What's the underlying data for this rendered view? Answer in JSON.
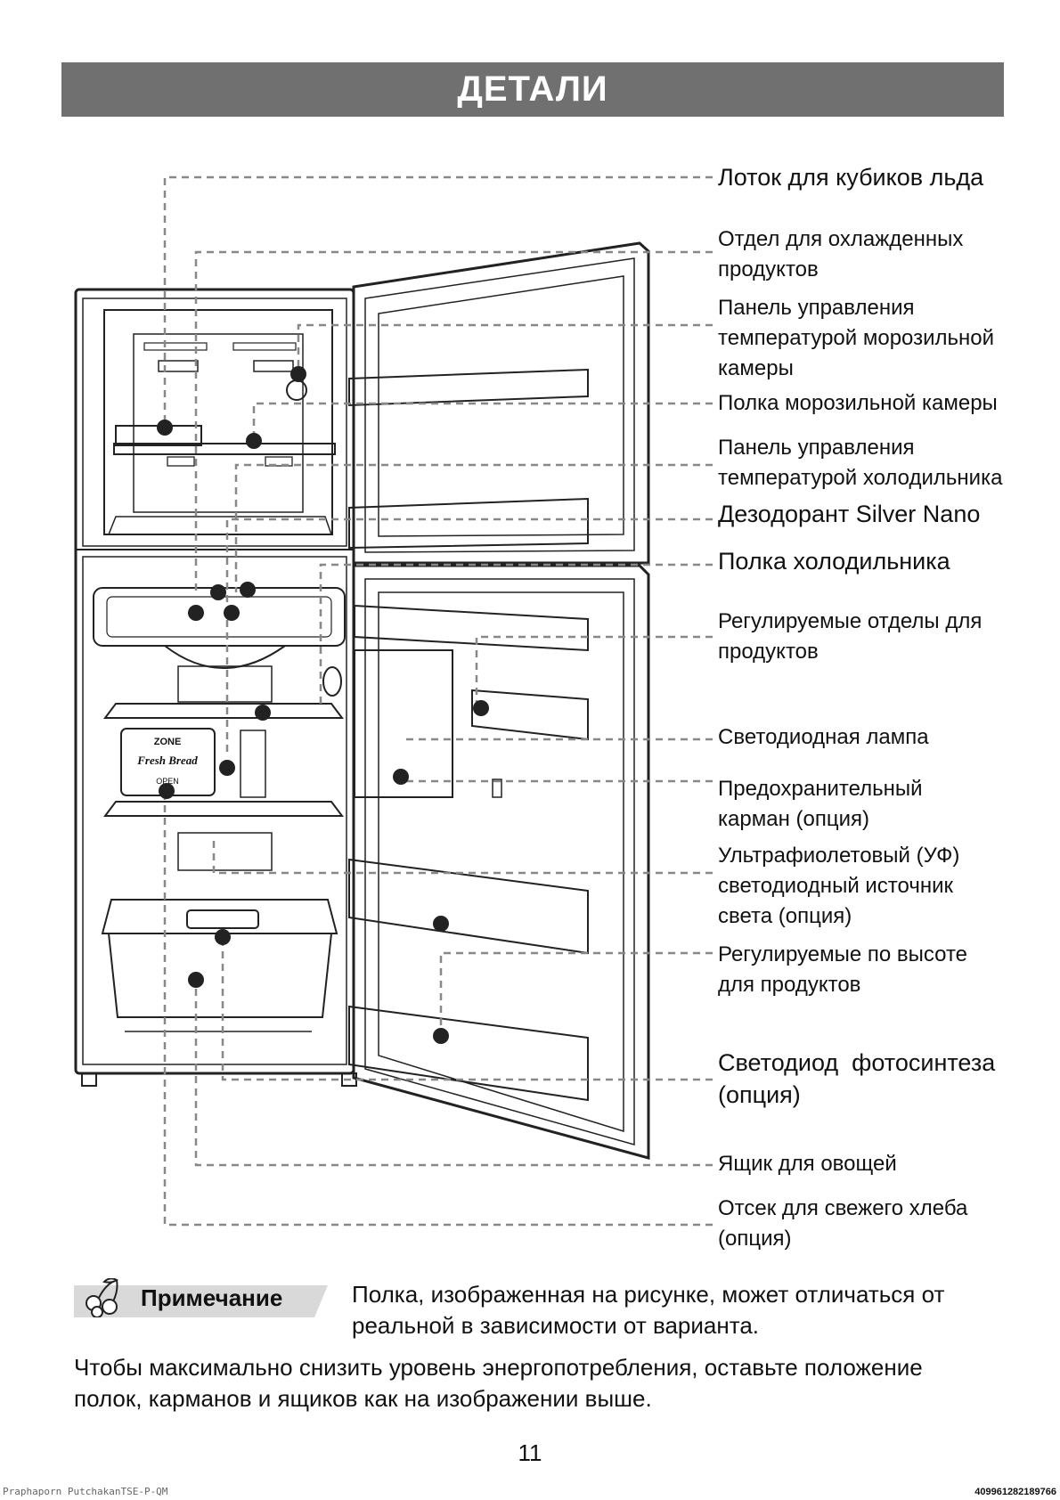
{
  "header": {
    "title": "ДЕТАЛИ"
  },
  "labels": [
    {
      "id": "ice-tray",
      "lines": [
        "Лоток для кубиков льда"
      ],
      "big": true
    },
    {
      "id": "chilled-compartment",
      "lines": [
        "Отдел для охлажденных",
        "продуктов"
      ],
      "big": false
    },
    {
      "id": "freezer-control",
      "lines": [
        "Панель управления",
        "температурой морозильной",
        "камеры"
      ],
      "big": false
    },
    {
      "id": "freezer-shelf",
      "lines": [
        "Полка морозильной камеры"
      ],
      "big": false
    },
    {
      "id": "fridge-control",
      "lines": [
        "Панель управления",
        "температурой холодильника"
      ],
      "big": false
    },
    {
      "id": "deodorizer",
      "lines": [
        "Дезодорант Silver Nano"
      ],
      "big": true
    },
    {
      "id": "fridge-shelf",
      "lines": [
        "Полка холодильника"
      ],
      "big": true
    },
    {
      "id": "adjustable-bins",
      "lines": [
        "Регулируемые отделы для",
        "продуктов"
      ],
      "big": false
    },
    {
      "id": "led-lamp",
      "lines": [
        "Светодиодная лампа"
      ],
      "big": false
    },
    {
      "id": "safety-pocket",
      "lines": [
        "Предохранительный",
        "карман (опция)"
      ],
      "big": false
    },
    {
      "id": "uv-led",
      "lines": [
        "Ультрафиолетовый (УФ)",
        "светодиодный источник",
        "света (опция)"
      ],
      "big": false
    },
    {
      "id": "height-adjustable",
      "lines": [
        "Регулируемые по высоте",
        "для продуктов"
      ],
      "big": false
    },
    {
      "id": "photosynthesis-led",
      "lines": [
        "Светодиод  фотосинтеза",
        "(опция)"
      ],
      "big": true
    },
    {
      "id": "vegetable-drawer",
      "lines": [
        "Ящик для овощей"
      ],
      "big": false
    },
    {
      "id": "bread-compartment",
      "lines": [
        "Отсек для свежего хлеба",
        "(опция)"
      ],
      "big": false
    }
  ],
  "inner_texts": {
    "zone": "ZONE",
    "fresh_bread": "Fresh Bread",
    "open": "OPEN"
  },
  "note": {
    "title": "Примечание",
    "text_line1": "Полка, изображенная на рисунке, может отличаться от",
    "text_line2": "реальной в зависимости от варианта."
  },
  "energy": {
    "line1": "Чтобы максимально снизить уровень энергопотребления, оставьте положение",
    "line2": "полок, карманов и ящиков как на изображении выше."
  },
  "page_number": "11",
  "footer": {
    "left": "Praphaporn PutchakanTSE-P-QM",
    "right": "409961282189766"
  },
  "colors": {
    "header_bg": "#707070",
    "badge_bg": "#d9d9d9",
    "dash": "#888888",
    "outline": "#222222"
  }
}
